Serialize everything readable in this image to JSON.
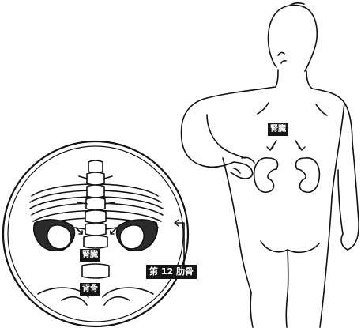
{
  "labels": {
    "kidney_back": "腎臓",
    "kidney_inset": "腎臓",
    "spine": "背骨",
    "rib12": "第 12 肋骨"
  },
  "colors": {
    "line": "#111111",
    "label_bg": "#151515",
    "label_text": "#ffffff",
    "shade": "#2b2b2b",
    "background": "#ffffff"
  },
  "icons": {
    "arrow": "arrow-icon",
    "figure": "human-back-figure",
    "inset": "magnified-inset"
  }
}
